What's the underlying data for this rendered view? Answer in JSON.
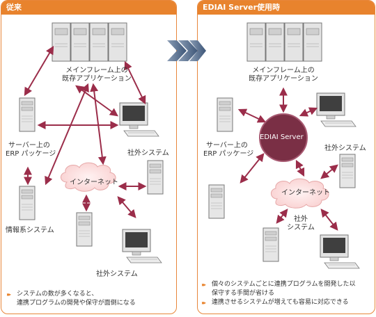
{
  "colors": {
    "accent": "#e8832d",
    "arrow": "#9b2d4a",
    "hub": "#7a2f45",
    "cloud": "#fde2e2"
  },
  "left": {
    "title": "従来",
    "mainframe_label": [
      "メインフレーム上の",
      "既存アプリケーション"
    ],
    "erp_label": [
      "サーバー上の",
      "ERP パッケージ"
    ],
    "info_label": "情報系システム",
    "external_top_label": "社外システム",
    "internet_label": "インターネット",
    "external_bottom_label": "社外システム",
    "notes": [
      "システムの数が多くなると、",
      "連携プログラムの開発や保守が面倒になる"
    ]
  },
  "right": {
    "title": "EDIAI Server使用時",
    "mainframe_label": [
      "メインフレーム上の",
      "既存アプリケーション"
    ],
    "hub_label": "EDIAI Server",
    "erp_label": [
      "サーバー上の",
      "ERP パッケージ"
    ],
    "external_right_label": "社外システム",
    "internet_label": "インターネット",
    "external_mid_label": [
      "社外",
      "システム"
    ],
    "notes": [
      [
        "個々のシステムごとに連携プログラムを開発した以",
        "保守する手間が省ける"
      ],
      [
        "連携させるシステムが増えても容易に対応できる"
      ]
    ]
  },
  "icons": {
    "transition": "chevron-arrows-icon",
    "bullet": "double-chevron-bullet-icon"
  }
}
